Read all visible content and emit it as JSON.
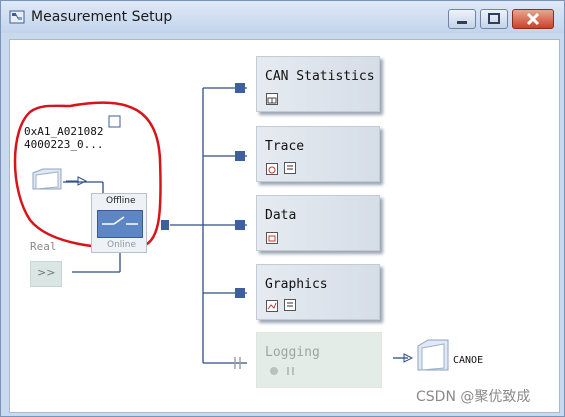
{
  "window": {
    "title": "Measurement Setup"
  },
  "source": {
    "id_line1": "0xA1_A021082",
    "id_line2": "4000223_0..."
  },
  "switch": {
    "offline_label": "Offline",
    "online_label": "Online"
  },
  "real": {
    "label": "Real",
    "button_glyph": ">>"
  },
  "blocks": {
    "can_statistics": "CAN Statistics",
    "trace": "Trace",
    "data": "Data",
    "graphics": "Graphics",
    "logging": "Logging"
  },
  "logging_target": {
    "label": "CANOE"
  },
  "watermark": "CSDN @聚优致成",
  "colors": {
    "accent_blue": "#3d5f9c",
    "annotation_red": "#d8141b"
  }
}
